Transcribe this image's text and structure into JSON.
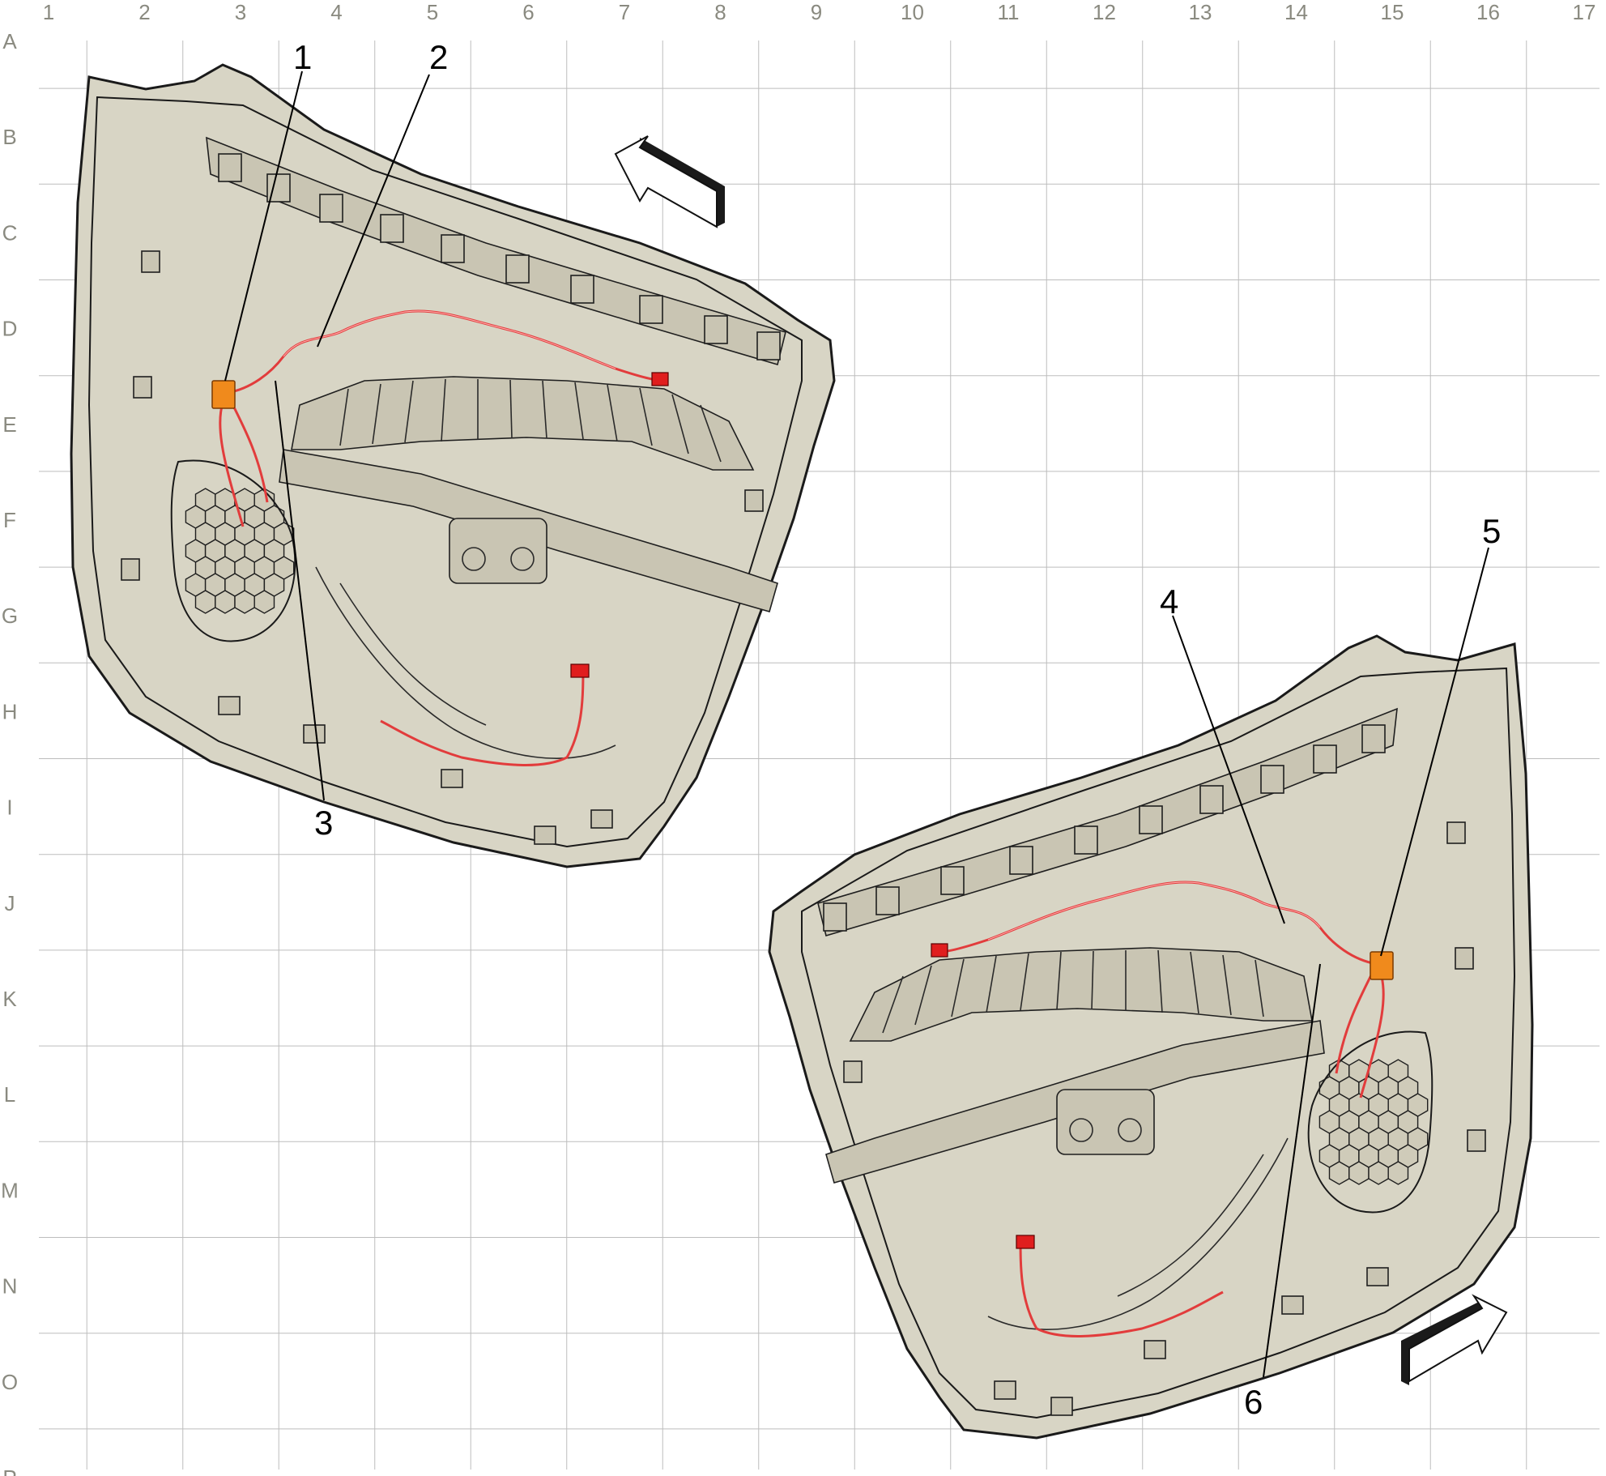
{
  "grid": {
    "columns": [
      "1",
      "2",
      "3",
      "4",
      "5",
      "6",
      "7",
      "8",
      "9",
      "10",
      "11",
      "12",
      "13",
      "14",
      "15",
      "16",
      "17"
    ],
    "rows": [
      "A",
      "B",
      "C",
      "D",
      "E",
      "F",
      "G",
      "H",
      "I",
      "J",
      "K",
      "L",
      "M",
      "N",
      "O",
      "P"
    ]
  },
  "callouts": [
    {
      "id": "1",
      "label": "1"
    },
    {
      "id": "2",
      "label": "2"
    },
    {
      "id": "3",
      "label": "3"
    },
    {
      "id": "4",
      "label": "4"
    },
    {
      "id": "5",
      "label": "5"
    },
    {
      "id": "6",
      "label": "6"
    }
  ],
  "colors": {
    "panel": "#d8d5c5",
    "harness": "#e23c3c",
    "connector": "#e01e1e",
    "module": "#f08a1c",
    "grid": "#bdbdbd",
    "grid_label": "#8a8a80"
  },
  "icons": {
    "forward_arrow_left_panel": "direction-arrow-icon",
    "forward_arrow_right_panel": "direction-arrow-icon"
  }
}
